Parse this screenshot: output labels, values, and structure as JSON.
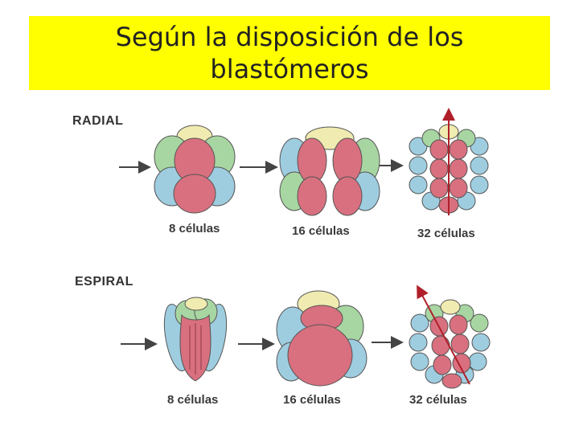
{
  "title": {
    "line1": "Según la disposición de los",
    "line2": "blastómeros"
  },
  "rows": {
    "radial": {
      "label": "RADIAL",
      "stage_labels": [
        "8 células",
        "16 células",
        "32 células"
      ]
    },
    "espiral": {
      "label": "ESPIRAL",
      "stage_labels": [
        "8 células",
        "16 células",
        "32 células"
      ]
    }
  },
  "colors": {
    "title_bg": "#ffff00",
    "pink": "#d9707f",
    "blue": "#9fcde0",
    "green": "#a8d6a2",
    "yellow": "#f0ebb0",
    "arrow": "#444444",
    "axis_arrow": "#b0202a"
  }
}
